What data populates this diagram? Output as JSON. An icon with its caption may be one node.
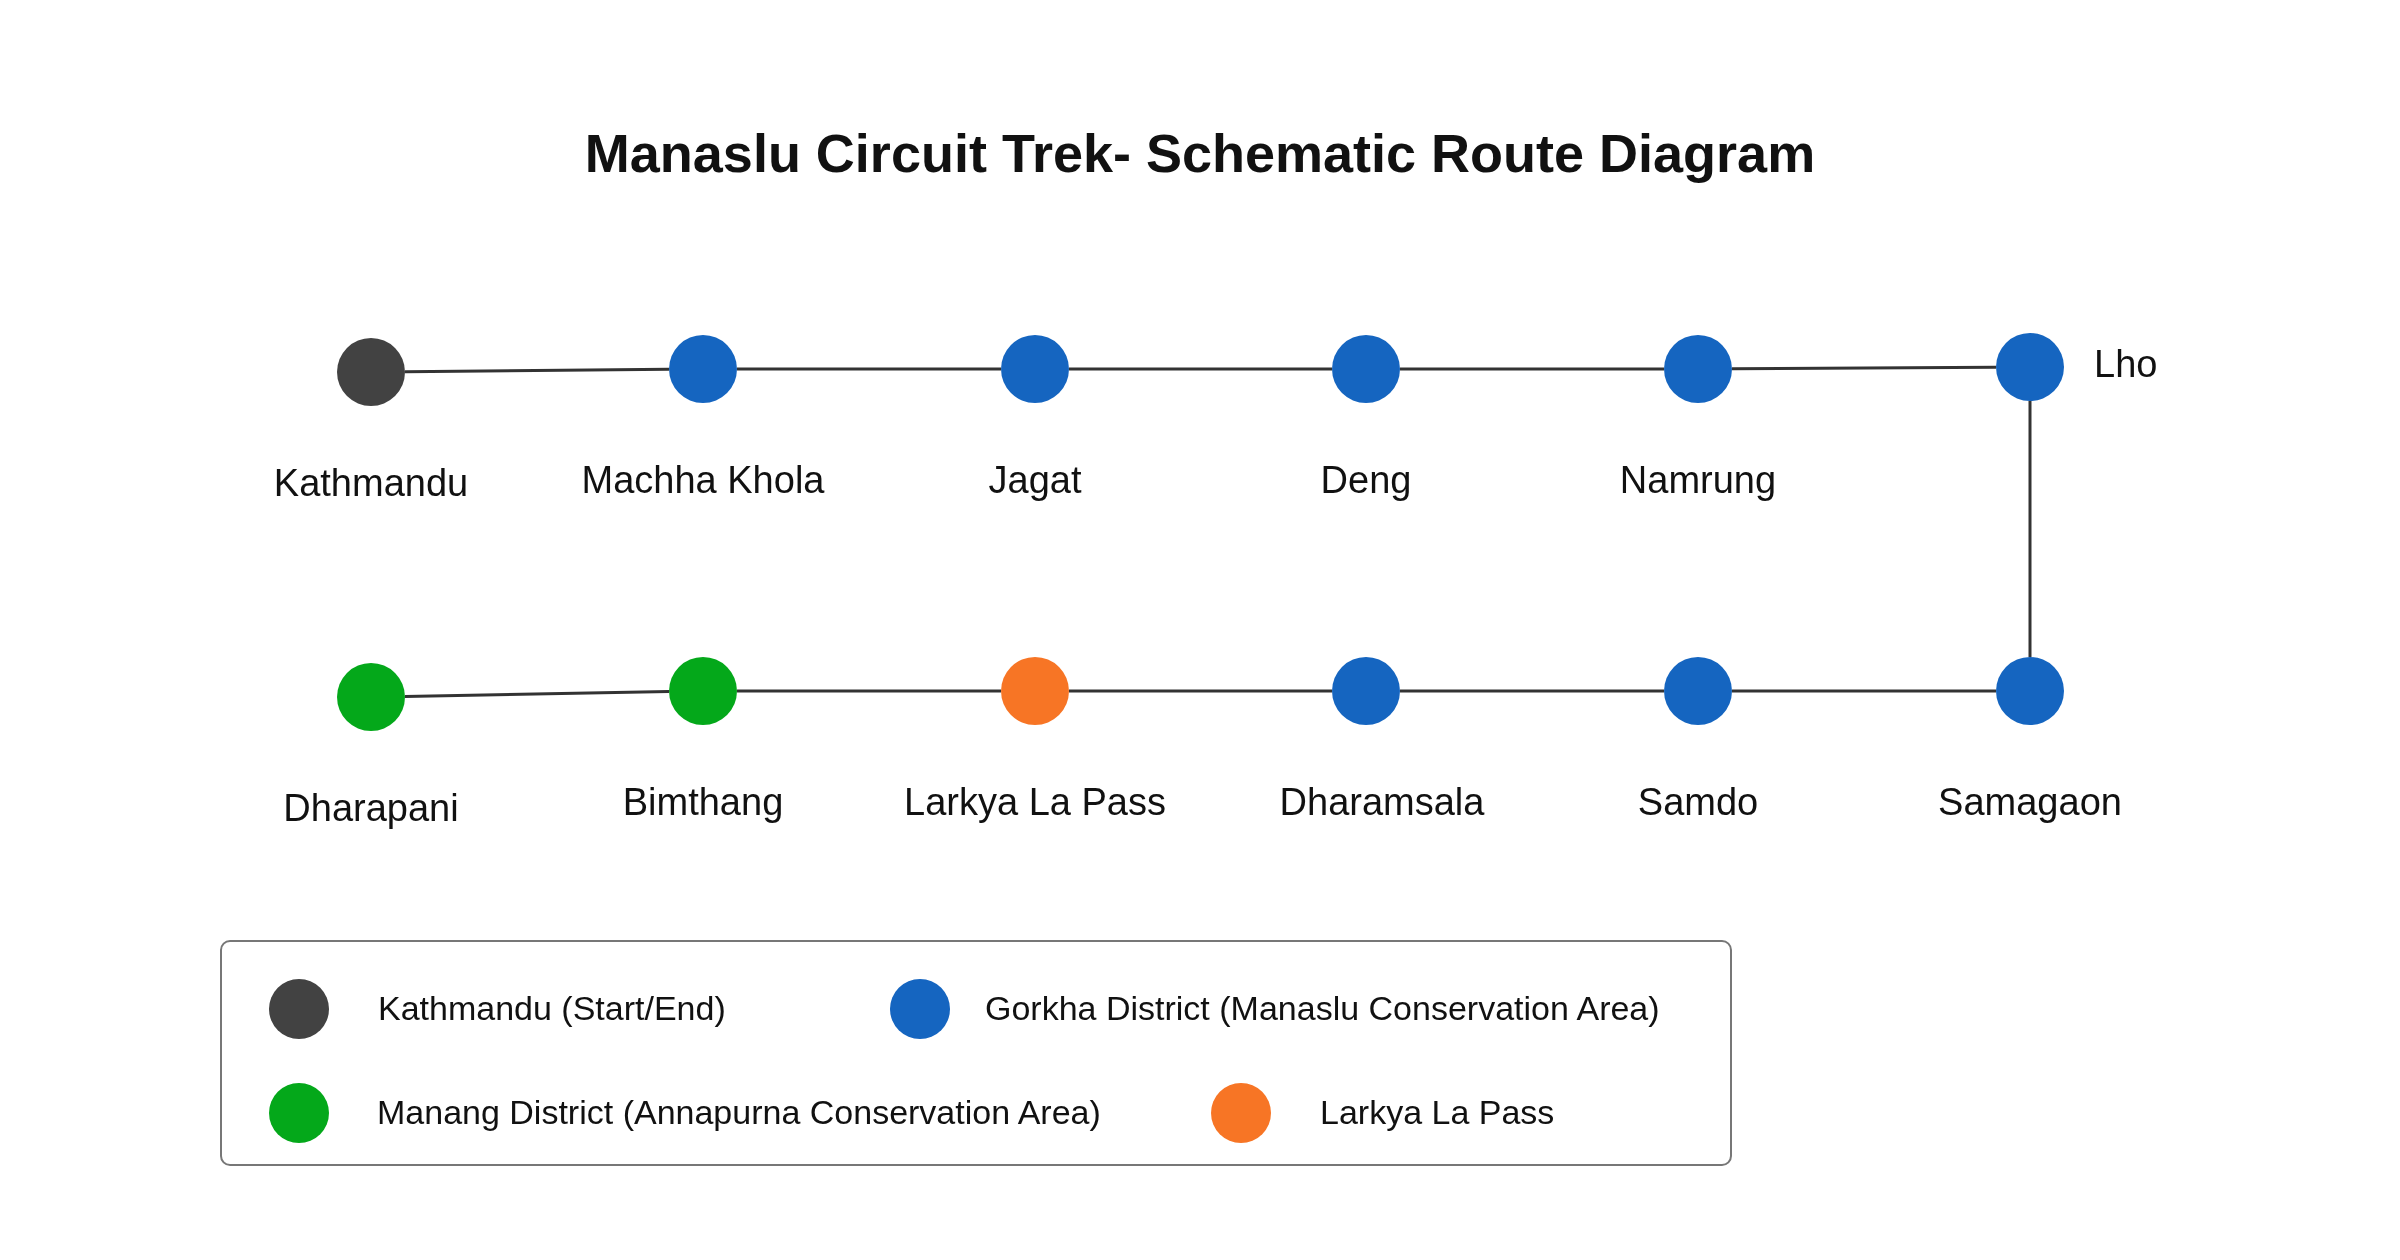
{
  "diagram": {
    "title": "Manaslu Circuit Trek- Schematic Route Diagram",
    "nodes": [
      {
        "text": [],
        "shape": "circle",
        "beside": [
          "Kathmandu"
        ]
      },
      {
        "text": [],
        "shape": "circle",
        "beside": [
          "Machha Khola"
        ]
      },
      {
        "text": [],
        "shape": "circle",
        "beside": [
          "Jagat"
        ]
      },
      {
        "text": [],
        "shape": "circle",
        "beside": [
          "Deng"
        ]
      },
      {
        "text": [],
        "shape": "circle",
        "beside": [
          "Namrung"
        ]
      },
      {
        "text": [],
        "shape": "circle",
        "beside": [
          "Lho"
        ]
      },
      {
        "text": [],
        "shape": "circle",
        "beside": [
          "Dharapani"
        ]
      },
      {
        "text": [],
        "shape": "circle",
        "beside": [
          "Bimthang"
        ]
      },
      {
        "text": [],
        "shape": "circle",
        "beside": [
          "Larkya La Pass"
        ]
      },
      {
        "text": [],
        "shape": "circle",
        "beside": [
          "Dharamsala"
        ]
      },
      {
        "text": [],
        "shape": "circle",
        "beside": [
          "Samdo"
        ]
      },
      {
        "text": [],
        "shape": "circle",
        "beside": [
          "Samagaon"
        ]
      }
    ],
    "edges": [
      {
        "from": 0,
        "to": 1,
        "arrow": "none"
      },
      {
        "from": 1,
        "to": 2,
        "arrow": "none"
      },
      {
        "from": 2,
        "to": 3,
        "arrow": "none"
      },
      {
        "from": 3,
        "to": 4,
        "arrow": "none"
      },
      {
        "from": 4,
        "to": 5,
        "arrow": "none"
      },
      {
        "from": 5,
        "to": 11,
        "arrow": "none"
      },
      {
        "from": 11,
        "to": 10,
        "arrow": "none"
      },
      {
        "from": 10,
        "to": 9,
        "arrow": "none"
      },
      {
        "from": 9,
        "to": 8,
        "arrow": "none"
      },
      {
        "from": 8,
        "to": 7,
        "arrow": "none"
      },
      {
        "from": 7,
        "to": 6,
        "arrow": "none"
      }
    ],
    "legend": [
      {
        "text": "Kathmandu (Start/End)",
        "color": "#424242"
      },
      {
        "text": "Gorkha District (Manaslu Conservation Area)",
        "color": "#1565c0"
      },
      {
        "text": "Manang District (Annapurna Conservation Area)",
        "color": "#04a81a"
      },
      {
        "text": "Larkya La Pass",
        "color": "#f77525"
      }
    ]
  }
}
